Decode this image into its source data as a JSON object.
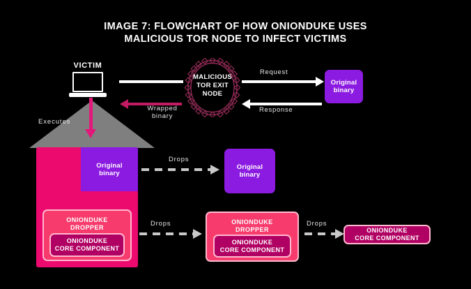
{
  "title": {
    "line1": "IMAGE 7: FLOWCHART OF HOW ONIONDUKE USES",
    "line2": "MALICIOUS TOR NODE TO INFECT VICTIMS"
  },
  "victim": {
    "label": "VICTIM",
    "icon": "laptop-icon",
    "executes_label": "Executes"
  },
  "tor_node": {
    "line1": "MALICIOUS",
    "line2": "TOR EXIT",
    "line3": "NODE"
  },
  "flow_labels": {
    "request": "Request",
    "response": "Response",
    "wrapped_binary_line1": "Wrapped",
    "wrapped_binary_line2": "binary",
    "drops_1": "Drops",
    "drops_2": "Drops",
    "drops_3": "Drops"
  },
  "boxes": {
    "original_binary_remote_line1": "Original",
    "original_binary_remote_line2": "binary",
    "original_binary_wrapped_line1": "Original",
    "original_binary_wrapped_line2": "binary",
    "original_binary_dropped_line1": "Original",
    "original_binary_dropped_line2": "binary",
    "dropper_left_line1": "ONIONDUKE",
    "dropper_left_line2": "DROPPER",
    "core_left_line1": "ONIONDUKE",
    "core_left_line2": "CORE COMPONENT",
    "dropper_mid_line1": "ONIONDUKE",
    "dropper_mid_line2": "DROPPER",
    "core_mid_line1": "ONIONDUKE",
    "core_mid_line2": "CORE COMPONENT",
    "core_right_line1": "ONIONDUKE",
    "core_right_line2": "CORE COMPONENT"
  },
  "colors": {
    "background": "#000000",
    "magenta": "#ED0A6E",
    "purple": "#8B1BE0",
    "dropper_pink": "#F73B6C",
    "core_dark_pink": "#B10063",
    "border_light_pink": "#ffb9cf",
    "gray_triangle": "#7f7f7f",
    "arrow_white": "#ffffff",
    "arrow_pink": "#C21A63",
    "dashed_gray": "#c9c9c9",
    "tor_circle": "#8E2A52"
  }
}
